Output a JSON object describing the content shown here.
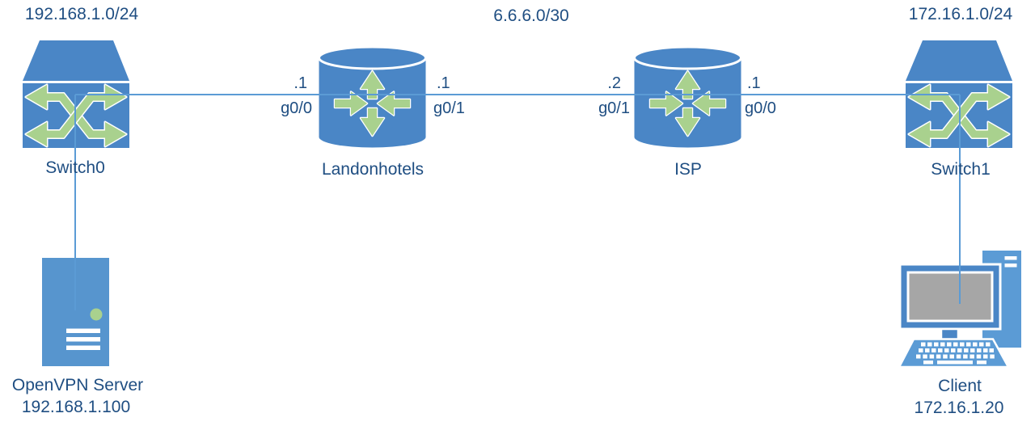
{
  "networks": {
    "left": "192.168.1.0/24",
    "wan": "6.6.6.0/30",
    "right": "172.16.1.0/24"
  },
  "devices": {
    "switch0": {
      "label": "Switch0"
    },
    "router_left": {
      "label": "Landonhotels"
    },
    "router_right": {
      "label": "ISP"
    },
    "switch1": {
      "label": "Switch1"
    },
    "server": {
      "label": "OpenVPN Server",
      "ip": "192.168.1.100"
    },
    "client": {
      "label": "Client",
      "ip": "172.16.1.20"
    }
  },
  "interfaces": {
    "router_left_g00": {
      "addr": ".1",
      "port": "g0/0"
    },
    "router_left_g01": {
      "addr": ".1",
      "port": "g0/1"
    },
    "router_right_g01": {
      "addr": ".2",
      "port": "g0/1"
    },
    "router_right_g00": {
      "addr": ".1",
      "port": "g0/0"
    }
  },
  "colors": {
    "device_blue": "#4A86C6",
    "light_blue": "#5B9BD5",
    "server_blue": "#5795CE",
    "arrow_green": "#A9D18E",
    "line_blue": "#5B9BD5",
    "text_blue": "#1F4E82",
    "screen_gray": "#A6A6A6"
  }
}
